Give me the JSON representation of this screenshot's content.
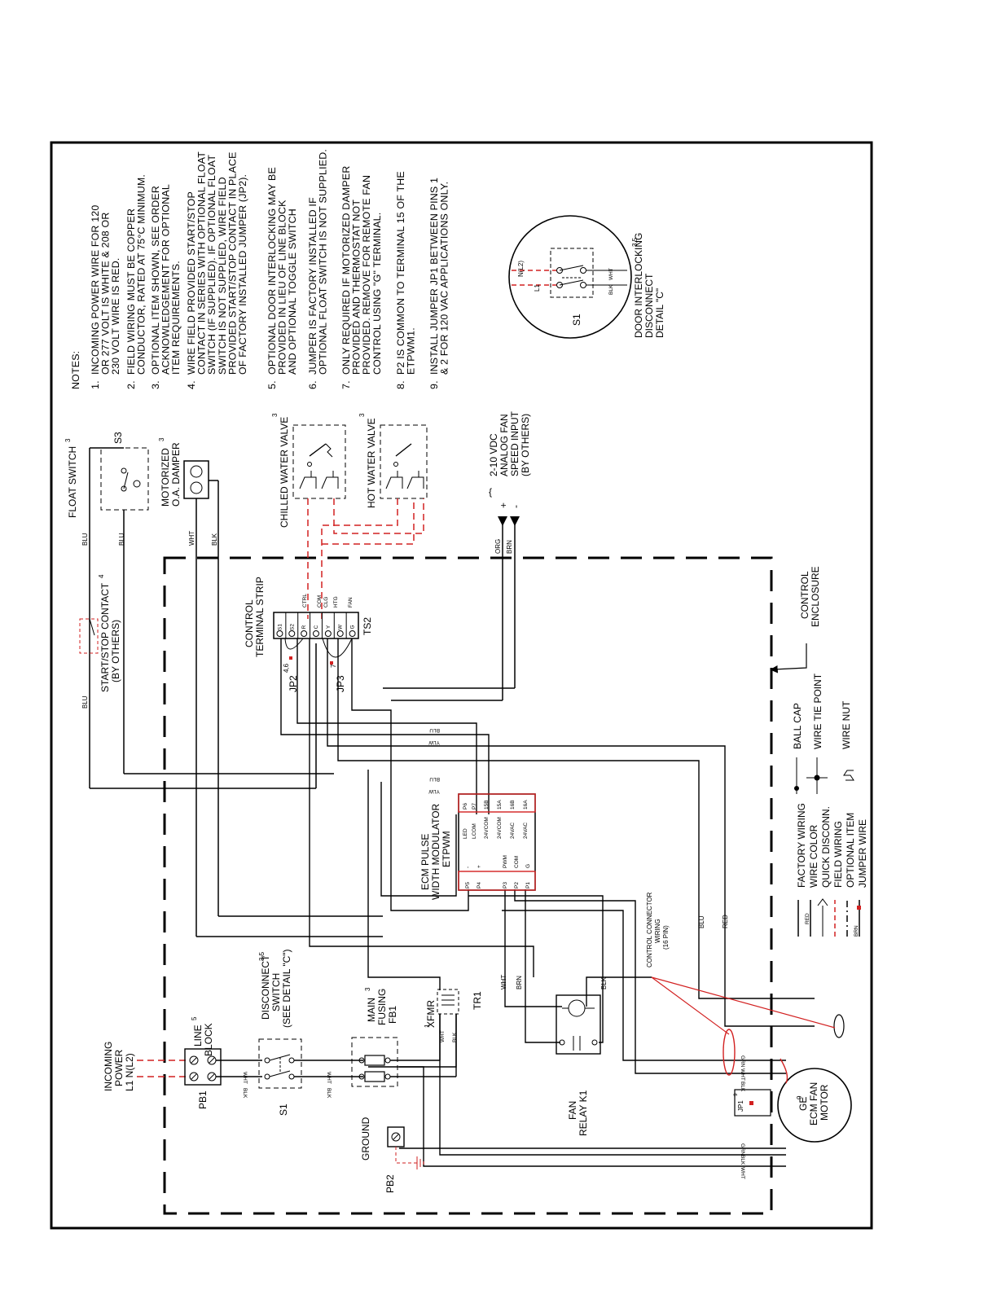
{
  "notes": {
    "heading": "NOTES:",
    "items": [
      {
        "num": "1.",
        "lines": [
          "INCOMING POWER WIRE FOR 120",
          "OR 277 VOLT IS WHITE & 208 OR",
          "230 VOLT WIRE IS RED."
        ]
      },
      {
        "num": "2.",
        "lines": [
          "FIELD WIRING MUST BE COPPER",
          "CONDUCTOR, RATED AT 75°C MINIMUM."
        ]
      },
      {
        "num": "3.",
        "lines": [
          "OPTIONAL ITEM SHOWN, SEE ORDER",
          "ACKNOWLEDGEMENT FOR OPTIONAL",
          "ITEM REQUIREMENTS."
        ]
      },
      {
        "num": "4.",
        "lines": [
          "WIRE FIELD PROVIDED START/STOP",
          "CONTACT IN SERIES WITH OPTIONAL FLOAT",
          "SWITCH (IF SUPPLIED). IF OPTIONAL FLOAT",
          "SWITCH IS NOT SUPPLIED, WIRE FIELD",
          "PROVIDED START/STOP CONTACT IN PLACE",
          "OF FACTORY INSTALLED JUMPER (JP2)."
        ]
      },
      {
        "num": "5.",
        "lines": [
          "OPTIONAL DOOR INTERLOCKING MAY BE",
          "PROVIDED IN LIEU OF LINE BLOCK",
          "AND OPTIONAL TOGGLE SWITCH"
        ]
      },
      {
        "num": "6.",
        "lines": [
          "JUMPER IS FACTORY INSTALLED IF",
          "OPTIONAL FLOAT SWITCH IS NOT SUPPLIED."
        ]
      },
      {
        "num": "7.",
        "lines": [
          "ONLY REQUIRED IF MOTORIZED DAMPER",
          "PROVIDED AND THERMOSTAT NOT",
          "PROVIDED. REMOVE FOR REMOTE FAN",
          "CONTROL USING \"G\" TERMINAL."
        ]
      },
      {
        "num": "8.",
        "lines": [
          "P2 IS COMMON TO TERMINAL 15 OF THE",
          "ETPWM1."
        ]
      },
      {
        "num": "9.",
        "lines": [
          "INSTALL JUMPER JP1 BETWEEN PINS 1",
          "& 2 FOR 120 VAC APPLICATIONS ONLY."
        ]
      }
    ]
  },
  "detail_c": {
    "label_lines": [
      "DOOR INTERLOCKING",
      "DISCONNECT",
      "DETAIL \"C\""
    ],
    "superscript": "3,5",
    "switch": "S1",
    "l1": "L1",
    "n_l2": "N(L2)",
    "wht": "WHT",
    "blk": "BLK"
  },
  "components": {
    "float_switch": "FLOAT SWITCH",
    "float_switch_sup": "3",
    "s3": "S3",
    "damper_lines": [
      "MOTORIZED",
      "O.A. DAMPER"
    ],
    "damper_sup": "3",
    "chilled_valve": "CHILLED WATER VALVE",
    "chilled_sup": "3",
    "hot_valve": "HOT WATER VALVE",
    "hot_sup": "3",
    "analog_lines": [
      "2-10 VDC",
      "ANALOG FAN",
      "SPEED INPUT",
      "(BY OTHERS)"
    ],
    "plus": "+",
    "minus": "-",
    "start_stop_lines": [
      "START/STOP CONTACT",
      "(BY OTHERS)"
    ],
    "start_stop_sup": "4",
    "control_strip_lines": [
      "CONTROL",
      "TERMINAL STRIP"
    ],
    "ts2": "TS2",
    "ts_terminals": [
      "S1",
      "S2",
      "R",
      "C",
      "Y",
      "W",
      "G"
    ],
    "ts_labels": [
      "CTRL",
      "COM",
      "CLG",
      "HTG",
      "FAN"
    ],
    "jp2": "JP2",
    "jp2_sup": "4,6",
    "jp3": "JP3",
    "jp3_sup": "7",
    "control_enclosure_lines": [
      "CONTROL",
      "ENCLOSURE"
    ],
    "etpwm_lines": [
      "ECM PULSE",
      "WIDTH MODULATOR",
      "ETPWM"
    ],
    "etpwm_left": [
      [
        "P5",
        "-"
      ],
      [
        "P4",
        "+"
      ],
      [
        "P3",
        "PWM"
      ],
      [
        "P2",
        "COM"
      ],
      [
        "P1",
        "G"
      ]
    ],
    "etpwm_right": [
      [
        "P6",
        "LED"
      ],
      [
        "P7",
        "LCOM"
      ],
      [
        "15B",
        "24VCOM"
      ],
      [
        "15A",
        "24VCOM"
      ],
      [
        "16B",
        "24VAC"
      ],
      [
        "16A",
        "24VAC"
      ]
    ],
    "incoming_power_lines": [
      "INCOMING",
      "POWER",
      "L1  N(L2)"
    ],
    "line_block_lines": [
      "LINE",
      "BLOCK"
    ],
    "line_block_sup": "5",
    "pb1": "PB1",
    "disconnect_lines": [
      "DISCONNECT",
      "SWITCH",
      "(SEE DETAIL \"C\")"
    ],
    "disconnect_sup": "3,5",
    "s1": "S1",
    "main_fusing_lines": [
      "MAIN",
      "FUSING",
      "FB1"
    ],
    "main_fusing_sup": "3",
    "xfmr": "XFMR",
    "tr1": "TR1",
    "tr1_sup": "1",
    "ground": "GROUND",
    "pb2": "PB2",
    "fan_relay_lines": [
      "FAN",
      "RELAY  K1"
    ],
    "motor_lines": [
      "GE",
      "ECM FAN",
      "MOTOR"
    ],
    "motor_sup": "9",
    "jp1": "JP1",
    "jp1_sup": "9",
    "connector_lines": [
      "CONTROL CONNECTOR",
      "WIRING",
      "(16 PIN)"
    ]
  },
  "wire_labels": {
    "blu": "BLU",
    "wht": "WHT",
    "blk": "BLK",
    "org": "ORG",
    "brn": "BRN",
    "ylw": "YLW",
    "red": "RED",
    "grn": "GRN"
  },
  "legend": [
    {
      "key": "factory",
      "text": "FACTORY WIRING"
    },
    {
      "key": "color",
      "text": "WIRE COLOR",
      "sample": "RED"
    },
    {
      "key": "qd",
      "text": "QUICK DISCONN."
    },
    {
      "key": "field",
      "text": "FIELD WIRING"
    },
    {
      "key": "optional",
      "text": "OPTIONAL ITEM"
    },
    {
      "key": "jumper",
      "text": "JUMPER WIRE",
      "sample": "BRN"
    }
  ],
  "legend2": [
    {
      "key": "ballcap",
      "text": "BALL CAP"
    },
    {
      "key": "tie",
      "text": "WIRE TIE POINT"
    },
    {
      "key": "nut",
      "text": "WIRE NUT"
    }
  ],
  "colors": {
    "field_wiring": "#d22020",
    "line": "#000000"
  }
}
